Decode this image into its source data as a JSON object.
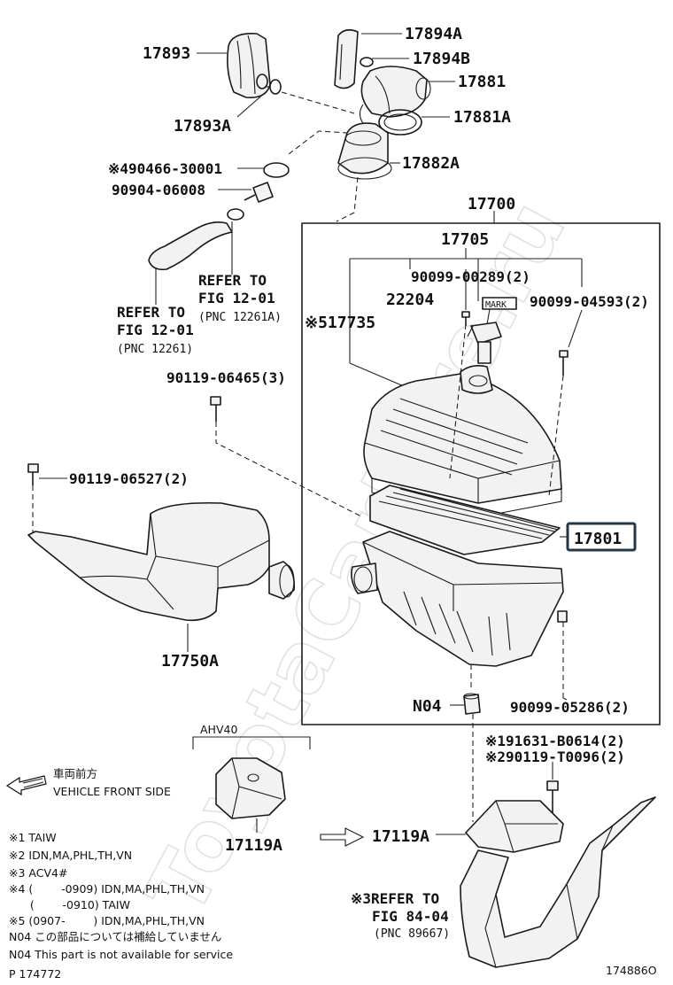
{
  "watermark": "ToyotaCarMire.ru",
  "labels": {
    "p17893": "17893",
    "p17893A": "17893A",
    "p17894A": "17894A",
    "p17894B": "17894B",
    "p17881": "17881",
    "p17881A": "17881A",
    "p17882A": "17882A",
    "p90466": "※490466-30001",
    "p90904": "90904-06008",
    "p17700": "17700",
    "p17705": "17705",
    "p90099_00289": "90099-00289(2)",
    "p22204": "22204",
    "p90099_04593": "90099-04593(2)",
    "mark": "MARK",
    "p17735": "※517735",
    "p90119_06465": "90119-06465(3)",
    "p90119_06527": "90119-06527(2)",
    "p17801": "17801",
    "p17750A": "17750A",
    "pN04": "N04",
    "p90099_05286": "90099-05286(2)",
    "p91631": "※191631-B0614(2)",
    "p90119_T0096": "※290119-T0096(2)",
    "p17119A_left": "17119A",
    "p17119A_right": "17119A",
    "ahv40": "AHV40",
    "refer1": {
      "l1": "REFER TO",
      "l2": "FIG 12-01",
      "l3": "(PNC 12261A)"
    },
    "refer2": {
      "l1": "REFER TO",
      "l2": "FIG 12-01",
      "l3": "(PNC 12261)"
    },
    "refer3": {
      "l1": "※3REFER TO",
      "l2": "FIG 84-04",
      "l3": "(PNC 89667)"
    }
  },
  "direction": {
    "jp": "車両前方",
    "en": "VEHICLE FRONT SIDE"
  },
  "notes": [
    "※1 TAIW",
    "※2 IDN,MA,PHL,TH,VN",
    "※3 ACV4#",
    "※4 (        -0909) IDN,MA,PHL,TH,VN",
    "      (        -0910) TAIW",
    "※5 (0907-        ) IDN,MA,PHL,TH,VN",
    "N04 この部品については補給していません",
    "N04 This part is not available for service"
  ],
  "footer": {
    "page": "P 174772",
    "ref": "174886O"
  },
  "colors": {
    "highlight_border": "#233746",
    "ink": "#111111"
  }
}
